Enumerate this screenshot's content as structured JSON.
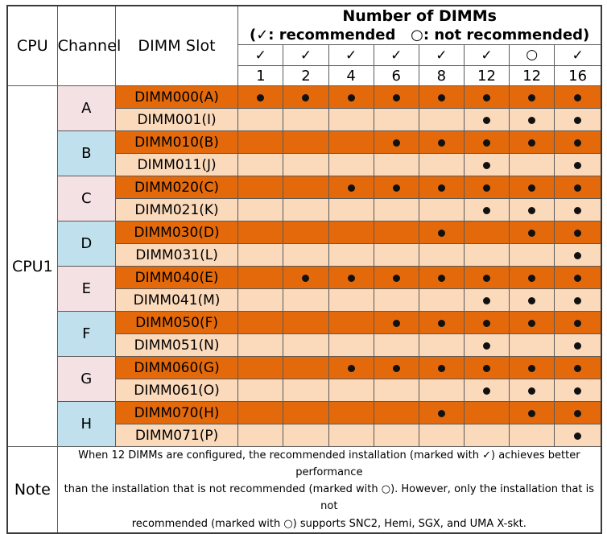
{
  "table": {
    "columns": {
      "cpu_header": "CPU",
      "channel_header": "Channel",
      "slot_header": "DIMM Slot",
      "dimm_group_title": "Number of DIMMs",
      "dimm_group_legend": "(✓: recommended   ○: not recommended)"
    },
    "config_columns": [
      {
        "mark": "✓",
        "mark_kind": "check",
        "count": "1"
      },
      {
        "mark": "✓",
        "mark_kind": "check",
        "count": "2"
      },
      {
        "mark": "✓",
        "mark_kind": "check",
        "count": "4"
      },
      {
        "mark": "✓",
        "mark_kind": "check",
        "count": "6"
      },
      {
        "mark": "✓",
        "mark_kind": "check",
        "count": "8"
      },
      {
        "mark": "✓",
        "mark_kind": "check",
        "count": "12"
      },
      {
        "mark": "○",
        "mark_kind": "circle",
        "count": "12"
      },
      {
        "mark": "✓",
        "mark_kind": "check",
        "count": "16"
      }
    ],
    "cpu": "CPU1",
    "channels": [
      {
        "name": "A",
        "tint": "pink"
      },
      {
        "name": "B",
        "tint": "blue"
      },
      {
        "name": "C",
        "tint": "pink"
      },
      {
        "name": "D",
        "tint": "blue"
      },
      {
        "name": "E",
        "tint": "pink"
      },
      {
        "name": "F",
        "tint": "blue"
      },
      {
        "name": "G",
        "tint": "pink"
      },
      {
        "name": "H",
        "tint": "blue"
      }
    ],
    "rows": [
      {
        "channel": "A",
        "slot": "DIMM000(A)",
        "shade": "dark",
        "dots": [
          1,
          1,
          1,
          1,
          1,
          1,
          1,
          1
        ]
      },
      {
        "channel": "A",
        "slot": "DIMM001(I)",
        "shade": "light",
        "dots": [
          0,
          0,
          0,
          0,
          0,
          1,
          1,
          1
        ]
      },
      {
        "channel": "B",
        "slot": "DIMM010(B)",
        "shade": "dark",
        "dots": [
          0,
          0,
          0,
          1,
          1,
          1,
          1,
          1
        ]
      },
      {
        "channel": "B",
        "slot": "DIMM011(J)",
        "shade": "light",
        "dots": [
          0,
          0,
          0,
          0,
          0,
          1,
          0,
          1
        ]
      },
      {
        "channel": "C",
        "slot": "DIMM020(C)",
        "shade": "dark",
        "dots": [
          0,
          0,
          1,
          1,
          1,
          1,
          1,
          1
        ]
      },
      {
        "channel": "C",
        "slot": "DIMM021(K)",
        "shade": "light",
        "dots": [
          0,
          0,
          0,
          0,
          0,
          1,
          1,
          1
        ]
      },
      {
        "channel": "D",
        "slot": "DIMM030(D)",
        "shade": "dark",
        "dots": [
          0,
          0,
          0,
          0,
          1,
          0,
          1,
          1
        ]
      },
      {
        "channel": "D",
        "slot": "DIMM031(L)",
        "shade": "light",
        "dots": [
          0,
          0,
          0,
          0,
          0,
          0,
          0,
          1
        ]
      },
      {
        "channel": "E",
        "slot": "DIMM040(E)",
        "shade": "dark",
        "dots": [
          0,
          1,
          1,
          1,
          1,
          1,
          1,
          1
        ]
      },
      {
        "channel": "E",
        "slot": "DIMM041(M)",
        "shade": "light",
        "dots": [
          0,
          0,
          0,
          0,
          0,
          1,
          1,
          1
        ]
      },
      {
        "channel": "F",
        "slot": "DIMM050(F)",
        "shade": "dark",
        "dots": [
          0,
          0,
          0,
          1,
          1,
          1,
          1,
          1
        ]
      },
      {
        "channel": "F",
        "slot": "DIMM051(N)",
        "shade": "light",
        "dots": [
          0,
          0,
          0,
          0,
          0,
          1,
          0,
          1
        ]
      },
      {
        "channel": "G",
        "slot": "DIMM060(G)",
        "shade": "dark",
        "dots": [
          0,
          0,
          1,
          1,
          1,
          1,
          1,
          1
        ]
      },
      {
        "channel": "G",
        "slot": "DIMM061(O)",
        "shade": "light",
        "dots": [
          0,
          0,
          0,
          0,
          0,
          1,
          1,
          1
        ]
      },
      {
        "channel": "H",
        "slot": "DIMM070(H)",
        "shade": "dark",
        "dots": [
          0,
          0,
          0,
          0,
          1,
          0,
          1,
          1
        ]
      },
      {
        "channel": "H",
        "slot": "DIMM071(P)",
        "shade": "light",
        "dots": [
          0,
          0,
          0,
          0,
          0,
          0,
          0,
          1
        ]
      }
    ],
    "note": {
      "label": "Note",
      "line1": "When 12 DIMMs are configured, the recommended installation (marked with ✓) achieves better performance",
      "line2": "than the installation that is not recommended (marked with ○). However, only the installation that is not",
      "line3": "recommended (marked with ○) supports SNC2, Hemi, SGX, and UMA X-skt."
    }
  },
  "colors": {
    "row_dark": "#e4690b",
    "row_light": "#fbd9bb",
    "channel_pink": "#f4e1e3",
    "channel_blue": "#bfe0ec",
    "dot": "#111111",
    "border": "#5a5a5a",
    "outer_border": "#3a3a3a"
  }
}
